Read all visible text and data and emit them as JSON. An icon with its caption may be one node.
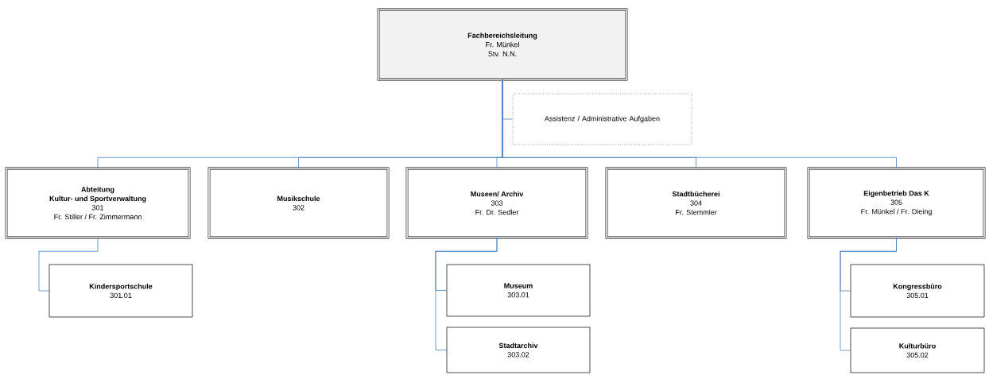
{
  "diagram": {
    "nodes": [
      {
        "text": [
          "Fachbereichsleitung",
          "Fr. Münkel",
          "Stv. N.N."
        ]
      },
      {
        "text": [
          "Assistenz / Administrative Aufgaben"
        ]
      },
      {
        "text": [
          "Abteitung",
          "Kultur- und Sportverwaltung",
          "301",
          "Fr. Stiller / Fr. Zimmermann"
        ]
      },
      {
        "text": [
          "Musikschule",
          "302"
        ]
      },
      {
        "text": [
          "Museen/ Archiv",
          "303",
          "Fr. Dr. Sedler"
        ]
      },
      {
        "text": [
          "Stadtbücherei",
          "304",
          "Fr. Stemmler"
        ]
      },
      {
        "text": [
          "Eigenbetrieb Das K",
          "305",
          "Fr. Münkel / Fr. Dieing"
        ]
      },
      {
        "text": [
          "Kindersportschule",
          "301.01"
        ]
      },
      {
        "text": [
          "Museum",
          "303.01"
        ]
      },
      {
        "text": [
          "Stadtarchiv",
          "303.02"
        ]
      },
      {
        "text": [
          "Kongressbüro",
          "305.01"
        ]
      },
      {
        "text": [
          "Kulturbüro",
          "305.02"
        ]
      }
    ],
    "edges": [
      {
        "from": 0,
        "to": 1,
        "arrow": "none"
      },
      {
        "from": 0,
        "to": 2,
        "arrow": "none"
      },
      {
        "from": 0,
        "to": 3,
        "arrow": "none"
      },
      {
        "from": 0,
        "to": 4,
        "arrow": "none"
      },
      {
        "from": 0,
        "to": 5,
        "arrow": "none"
      },
      {
        "from": 0,
        "to": 6,
        "arrow": "none"
      },
      {
        "from": 2,
        "to": 7,
        "arrow": "none"
      },
      {
        "from": 4,
        "to": 8,
        "arrow": "none"
      },
      {
        "from": 4,
        "to": 9,
        "arrow": "none"
      },
      {
        "from": 6,
        "to": 10,
        "arrow": "none"
      },
      {
        "from": 6,
        "to": 11,
        "arrow": "none"
      }
    ]
  }
}
